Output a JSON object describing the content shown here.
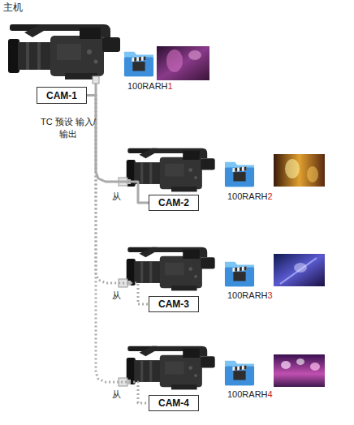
{
  "diagram": {
    "nodes": [
      {
        "text": [
          "CAM-1"
        ]
      },
      {
        "text": [
          "CAM-2"
        ]
      },
      {
        "text": [
          "CAM-3"
        ]
      },
      {
        "text": [
          "CAM-4"
        ]
      }
    ],
    "edges": [
      {
        "from": 0,
        "to": 1,
        "arrow": "none",
        "label": "TC 预设 输入/输出"
      },
      {
        "from": 0,
        "to": 2,
        "arrow": "none"
      },
      {
        "from": 0,
        "to": 3,
        "arrow": "none"
      }
    ],
    "labels": [
      "主机",
      "100RARH1",
      "从",
      "100RARH2",
      "从",
      "100RARH3",
      "从",
      "100RARH4"
    ]
  }
}
